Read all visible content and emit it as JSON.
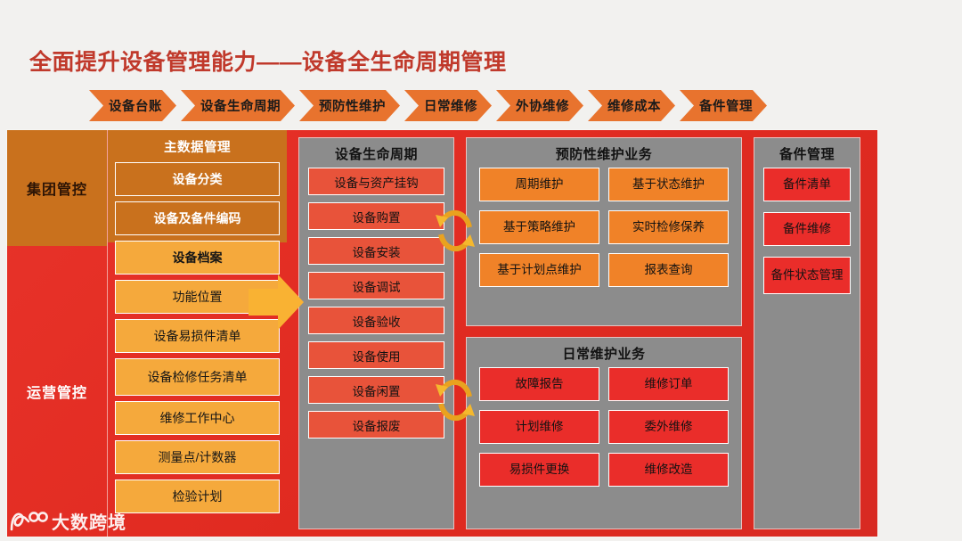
{
  "page": {
    "title": "全面提升设备管理能力——设备全生命周期管理",
    "title_color": "#c0392b",
    "background": "#f2f1ef"
  },
  "process_ribbon": {
    "accent_color": "#e8732e",
    "steps": [
      {
        "label": "设备台账"
      },
      {
        "label": "设备生命周期"
      },
      {
        "label": "预防性维护"
      },
      {
        "label": "日常维修"
      },
      {
        "label": "外协维修"
      },
      {
        "label": "维修成本"
      },
      {
        "label": "备件管理"
      }
    ]
  },
  "governance": {
    "group_label": "集团管控",
    "group_color": "#c9711d",
    "operations_label": "运营管控",
    "operations_color": "#e8332a"
  },
  "master_data": {
    "title": "主数据管理",
    "cards": [
      {
        "label": "设备分类",
        "style": "onorange"
      },
      {
        "label": "设备及备件编码",
        "style": "onorange"
      },
      {
        "label": "设备档案",
        "style": "amber-bold"
      },
      {
        "label": "功能位置",
        "style": "amber"
      },
      {
        "label": "设备易损件清单",
        "style": "amber"
      },
      {
        "label": "设备检修任务清单",
        "style": "amber-tall"
      },
      {
        "label": "维修工作中心",
        "style": "amber"
      },
      {
        "label": "测量点/计数器",
        "style": "amber"
      },
      {
        "label": "检验计划",
        "style": "amber"
      }
    ]
  },
  "lifecycle": {
    "title": "设备生命周期",
    "panel_color": "#8c8c8c",
    "card_color": "#e8533a",
    "cards": [
      {
        "label": "设备与资产挂钩"
      },
      {
        "label": "设备购置"
      },
      {
        "label": "设备安装"
      },
      {
        "label": "设备调试"
      },
      {
        "label": "设备验收"
      },
      {
        "label": "设备使用"
      },
      {
        "label": "设备闲置"
      },
      {
        "label": "设备报废"
      }
    ]
  },
  "preventive": {
    "title": "预防性维护业务",
    "card_color": "#f08228",
    "cards": [
      {
        "label": "周期维护"
      },
      {
        "label": "基于状态维护"
      },
      {
        "label": "基于策略维护"
      },
      {
        "label": "实时检修保养"
      },
      {
        "label": "基于计划点维护"
      },
      {
        "label": "报表查询"
      }
    ]
  },
  "daily": {
    "title": "日常维护业务",
    "card_color": "#ea2d2a",
    "cards": [
      {
        "label": "故障报告"
      },
      {
        "label": "维修订单"
      },
      {
        "label": "计划维修"
      },
      {
        "label": "委外维修"
      },
      {
        "label": "易损件更换"
      },
      {
        "label": "维修改造"
      }
    ]
  },
  "spare_parts": {
    "title": "备件管理",
    "card_color": "#ea2d2a",
    "cards": [
      {
        "label": "备件清单"
      },
      {
        "label": "备件维修"
      },
      {
        "label": "备件状态管理"
      }
    ]
  },
  "icons": {
    "connector_arrow": "right-arrow-icon",
    "cycle_1": "cycle-arrows-icon",
    "cycle_2": "cycle-arrows-icon",
    "arrow_color": "#f9b233"
  },
  "watermark": {
    "text": "大数跨境",
    "logo": "logo-icon"
  }
}
